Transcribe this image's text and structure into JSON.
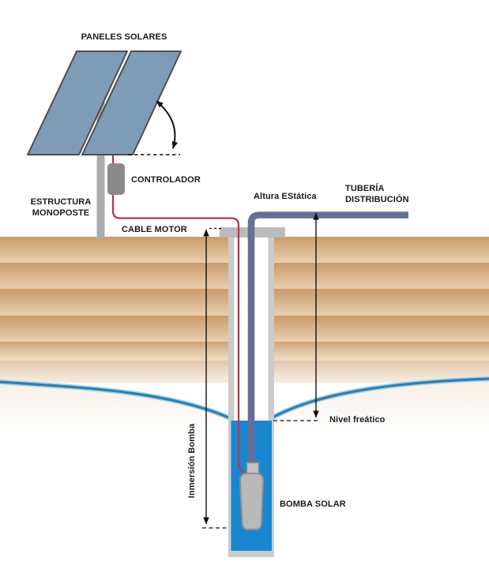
{
  "diagram": {
    "subject": "solar-water-pumping-system",
    "labels": {
      "solar_panels": "PANELES SOLARES",
      "controller": "CONTROLADOR",
      "structure_line1": "ESTRUCTURA",
      "structure_line2": "MONOPOSTE",
      "motor_cable": "CABLE MOTOR",
      "static_height": "Altura EStática",
      "distribution_pipe_line1": "TUBERÍA",
      "distribution_pipe_line2": "DISTRIBUCIÓN",
      "water_table": "Nivel freático",
      "pump_immersion": "Inmersión Bomba",
      "solar_pump": "BOMBA SOLAR"
    },
    "colors": {
      "panel_fill": "#7e9cb8",
      "panel_border": "#4d4d4d",
      "pole_gray": "#ababab",
      "controller_gray": "#8a8a8a",
      "wellcap_gray": "#bcbcbc",
      "casing_gray": "#cbcbcb",
      "motor_cable_red": "#b5384f",
      "pipe_slate": "#667094",
      "water_blue": "#1b86d0",
      "water_table_curve": "#2e7fae",
      "soil_dark": "#ca9a6b",
      "soil_light": "#e9cfae",
      "text": "#1a1a1a"
    }
  }
}
